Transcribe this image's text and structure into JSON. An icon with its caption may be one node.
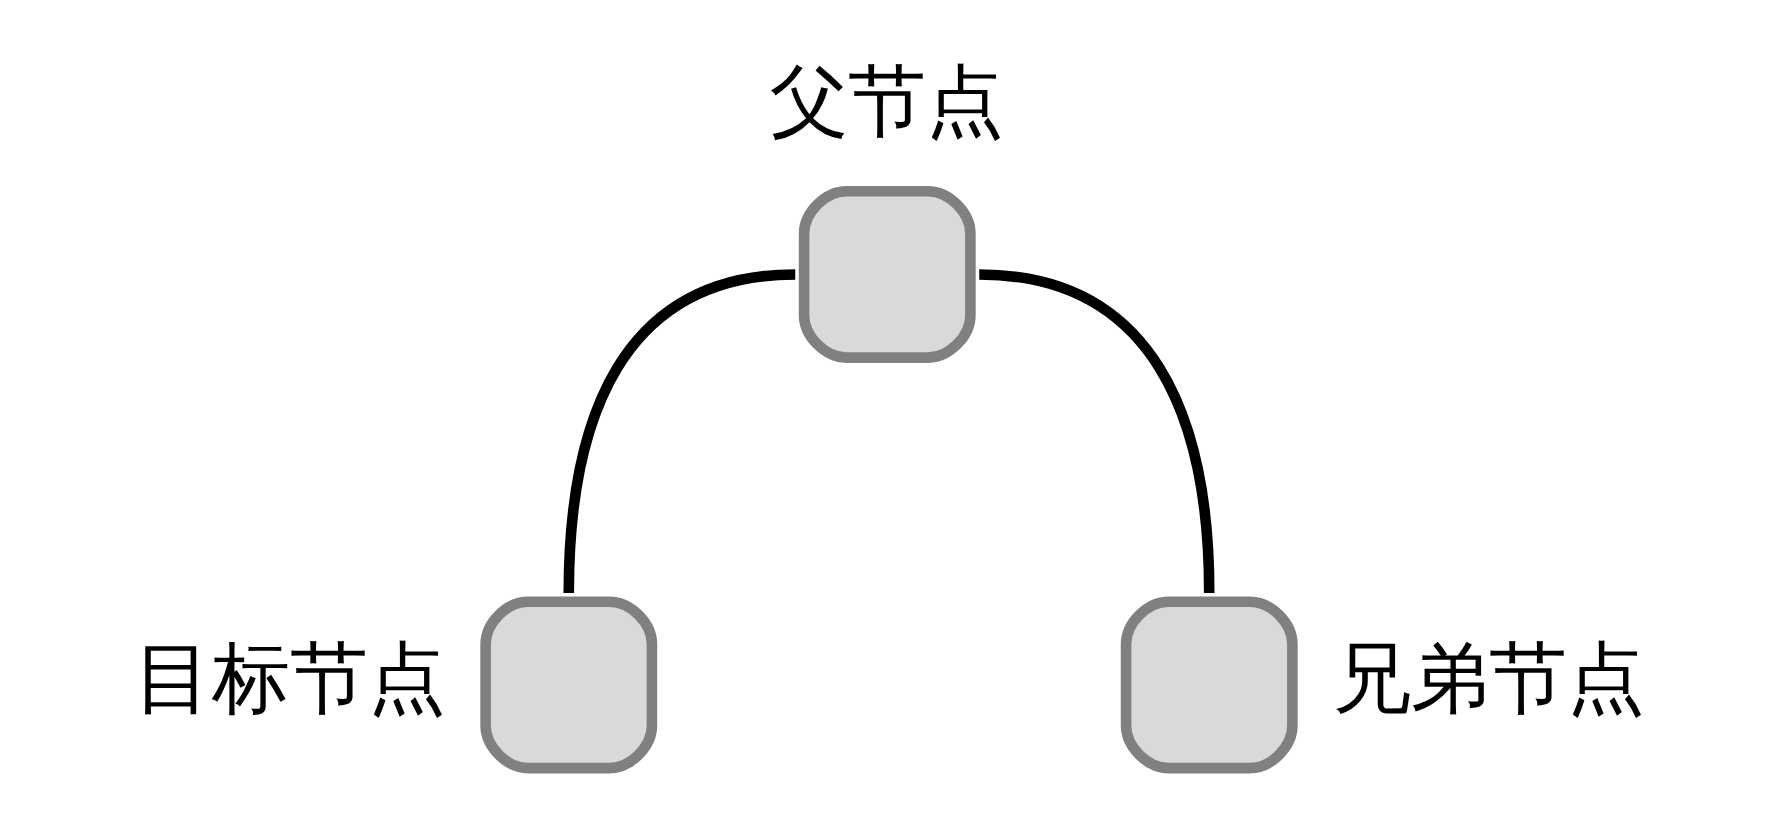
{
  "diagram": {
    "nodes": [
      {
        "text": [
          "父节点"
        ]
      },
      {
        "text": [
          "目标节点"
        ]
      },
      {
        "text": [
          "兄弟节点"
        ]
      }
    ],
    "edges": [
      {
        "from": 0,
        "to": 1,
        "arrow": "none"
      },
      {
        "from": 0,
        "to": 2,
        "arrow": "none"
      }
    ]
  }
}
